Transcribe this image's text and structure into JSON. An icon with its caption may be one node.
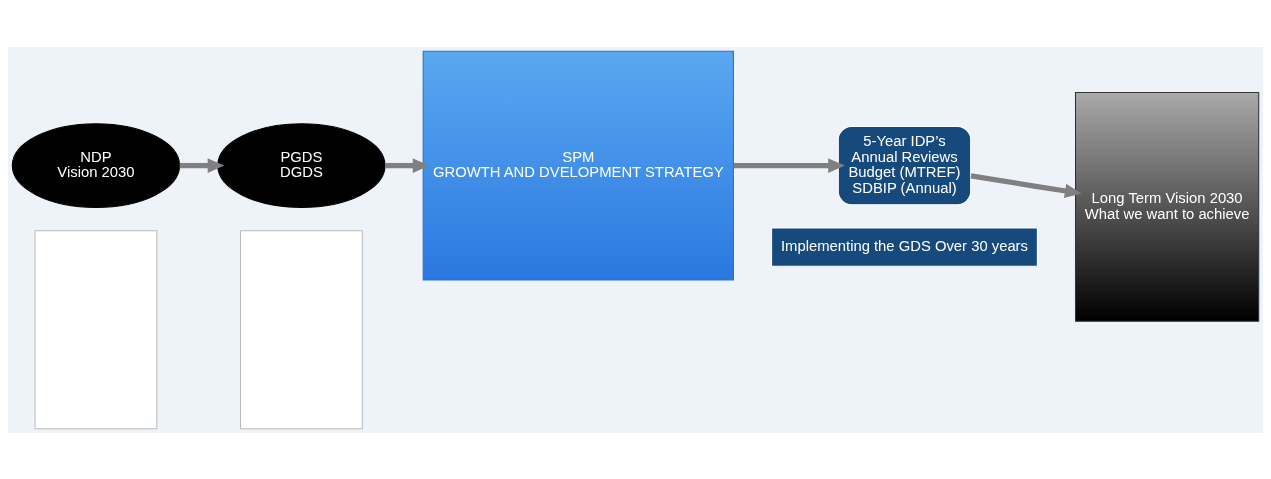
{
  "diagram": {
    "nodes": [
      {
        "text": [],
        "shape": "box"
      },
      {
        "text": [
          "NDP",
          "Vision 2030"
        ]
      },
      {
        "text": [],
        "shape": "box"
      },
      {
        "text": [
          "PGDS",
          "DGDS"
        ]
      },
      {
        "text": [
          "SPM",
          "GROWTH AND DVELOPMENT STRATEGY"
        ]
      },
      {
        "text": [
          "Implementing the GDS Over 30 years"
        ]
      },
      {
        "text": [
          "5-Year IDP’s",
          "Annual Reviews",
          "Budget (MTREF)",
          "SDBIP (Annual)"
        ]
      },
      {
        "text": [
          "Long Term Vision 2030",
          "What we want to achieve"
        ]
      }
    ],
    "edges": [
      {
        "from": 1,
        "to": 3,
        "arrow": "to"
      },
      {
        "from": 3,
        "to": 4,
        "arrow": "to"
      },
      {
        "from": 4,
        "to": 6,
        "arrow": "to"
      },
      {
        "from": 6,
        "to": 7,
        "arrow": "to"
      }
    ]
  }
}
